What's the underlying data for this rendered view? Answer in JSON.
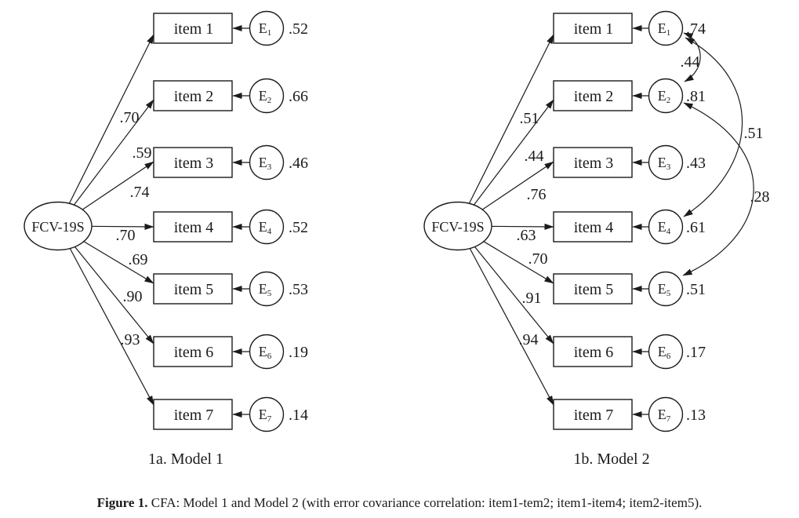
{
  "figure_caption": {
    "bold": "Figure 1.",
    "rest": " CFA: Model 1 and Model 2 (with error covariance correlation: item1-tem2; item1-item4; item2-item5)."
  },
  "models": [
    {
      "caption": "1a. Model 1",
      "latent_label": "FCV-19S",
      "items": [
        {
          "label": "item 1",
          "error_name": "E",
          "error_sub": "1",
          "loading": ".70",
          "error_value": ".52"
        },
        {
          "label": "item 2",
          "error_name": "E",
          "error_sub": "2",
          "loading": ".59",
          "error_value": ".66"
        },
        {
          "label": "item 3",
          "error_name": "E",
          "error_sub": "3",
          "loading": ".74",
          "error_value": ".46"
        },
        {
          "label": "item 4",
          "error_name": "E",
          "error_sub": "4",
          "loading": ".70",
          "error_value": ".52"
        },
        {
          "label": "item 5",
          "error_name": "E",
          "error_sub": "5",
          "loading": ".69",
          "error_value": ".53"
        },
        {
          "label": "item 6",
          "error_name": "E",
          "error_sub": "6",
          "loading": ".90",
          "error_value": ".19"
        },
        {
          "label": "item 7",
          "error_name": "E",
          "error_sub": "7",
          "loading": ".93",
          "error_value": ".14"
        }
      ],
      "covariances": []
    },
    {
      "caption": "1b. Model 2",
      "latent_label": "FCV-19S",
      "items": [
        {
          "label": "item 1",
          "error_name": "E",
          "error_sub": "1",
          "loading": ".51",
          "error_value": ".74"
        },
        {
          "label": "item 2",
          "error_name": "E",
          "error_sub": "2",
          "loading": ".44",
          "error_value": ".81"
        },
        {
          "label": "item 3",
          "error_name": "E",
          "error_sub": "3",
          "loading": ".76",
          "error_value": ".43"
        },
        {
          "label": "item 4",
          "error_name": "E",
          "error_sub": "4",
          "loading": ".63",
          "error_value": ".61"
        },
        {
          "label": "item 5",
          "error_name": "E",
          "error_sub": "5",
          "loading": ".70",
          "error_value": ".51"
        },
        {
          "label": "item 6",
          "error_name": "E",
          "error_sub": "6",
          "loading": ".91",
          "error_value": ".17"
        },
        {
          "label": "item 7",
          "error_name": "E",
          "error_sub": "7",
          "loading": ".94",
          "error_value": ".13"
        }
      ],
      "covariances": [
        {
          "between": "E1-E2",
          "value": ".44"
        },
        {
          "between": "E1-E4",
          "value": ".51"
        },
        {
          "between": "E2-E5",
          "value": ".28"
        }
      ]
    }
  ]
}
